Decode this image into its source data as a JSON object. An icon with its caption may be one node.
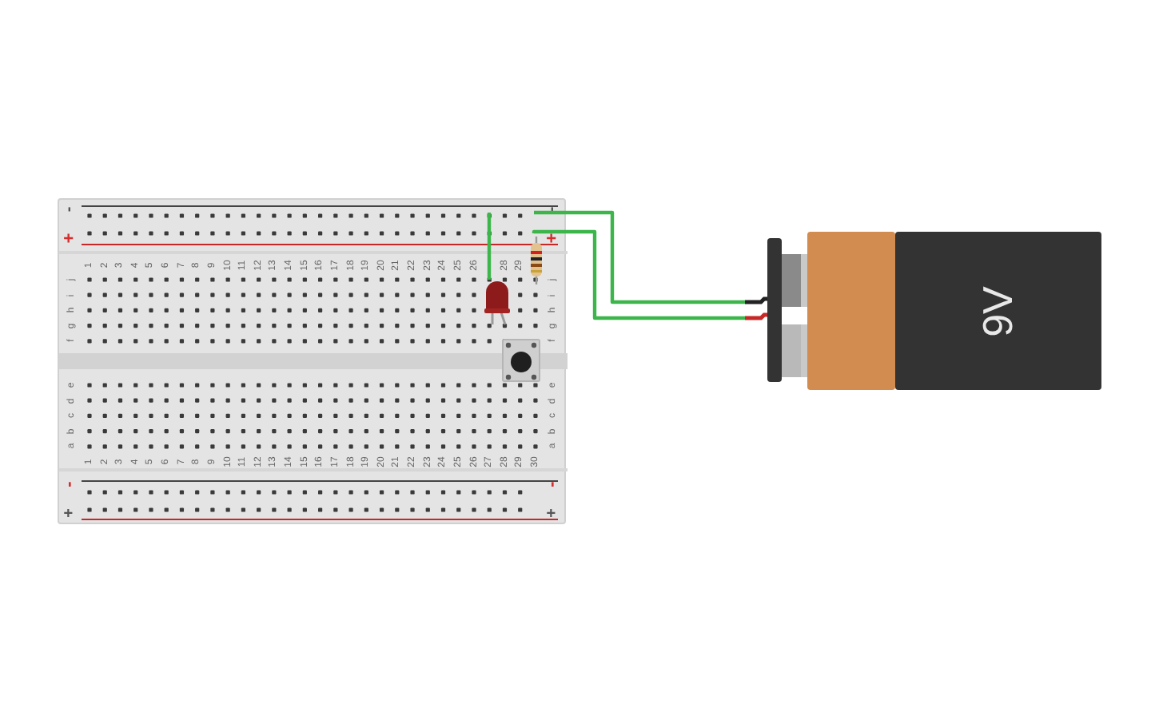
{
  "diagram": {
    "nodes": [
      {
        "text": [],
        "shape": "picture"
      },
      {
        "text": [],
        "shape": "picture",
        "in": 0
      },
      {
        "text": [],
        "shape": "picture",
        "in": 0
      },
      {
        "text": [],
        "shape": "picture",
        "in": 0
      },
      {
        "text": [
          "9V"
        ]
      }
    ],
    "edges": [
      {
        "from": 1,
        "to": 0,
        "arrow": "none"
      },
      {
        "from": 0,
        "to": 4,
        "arrow": "none"
      },
      {
        "from": 2,
        "to": 4,
        "arrow": "none"
      }
    ],
    "labels": [
      "-",
      "-",
      "+",
      "+",
      "1",
      "2",
      "3",
      "4",
      "5",
      "6",
      "7",
      "8",
      "9",
      "10",
      "11",
      "12",
      "13",
      "14",
      "15",
      "16",
      "17",
      "18",
      "19",
      "20",
      "21",
      "22",
      "23",
      "24",
      "25",
      "26",
      "28",
      "29",
      "j",
      "j",
      "i",
      "i",
      "h",
      "h",
      "g",
      "g",
      "f",
      "f",
      "e",
      "e",
      "d",
      "d",
      "c",
      "c",
      "b",
      "b",
      "a",
      "a",
      "1",
      "2",
      "3",
      "4",
      "5",
      "6",
      "7",
      "8",
      "9",
      "10",
      "11",
      "12",
      "13",
      "14",
      "15",
      "16",
      "17",
      "18",
      "19",
      "20",
      "21",
      "22",
      "23",
      "24",
      "25",
      "26",
      "27",
      "28",
      "29",
      "30",
      "-",
      "-",
      "+",
      "+"
    ]
  }
}
